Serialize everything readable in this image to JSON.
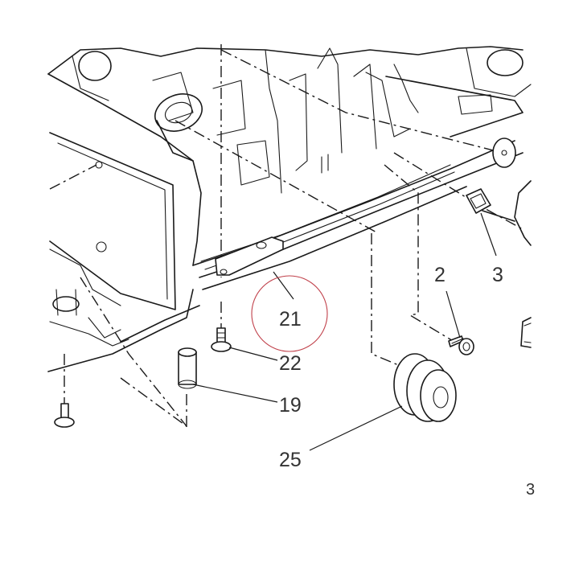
{
  "callouts": {
    "c2": "2",
    "c3": "3",
    "c21": "21",
    "c22": "22",
    "c19": "19",
    "c25": "25",
    "edge": "3"
  },
  "colors": {
    "line": "#1a1a1a",
    "label": "#333333",
    "highlight_circle": "#c0404a"
  }
}
